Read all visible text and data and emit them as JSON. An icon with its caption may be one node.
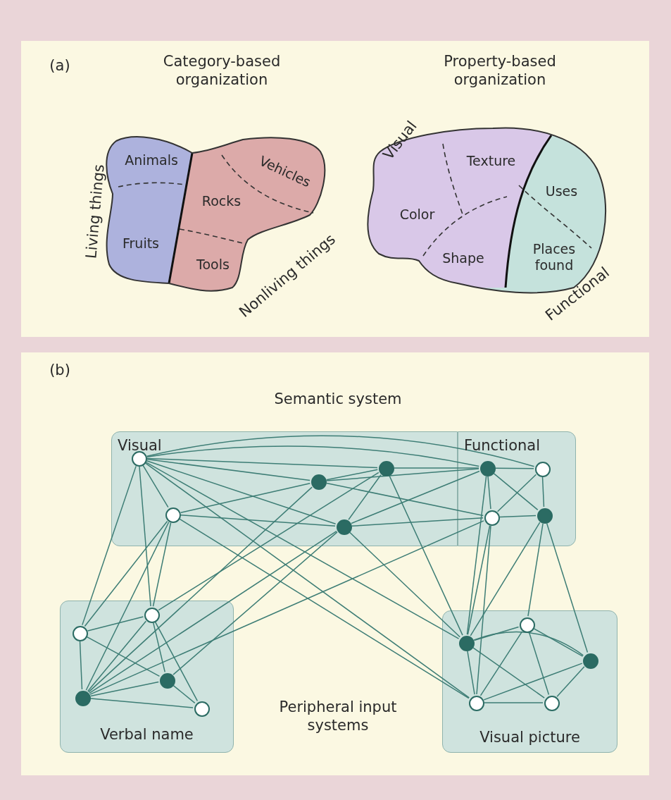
{
  "diagram": {
    "nodes": [
      {
        "text": [],
        "shape": "cloud"
      },
      {
        "text": [
          "Animals"
        ],
        "in": 0
      },
      {
        "text": [
          "Vehicles"
        ],
        "in": 0
      },
      {
        "text": [
          "Rocks"
        ],
        "in": 0
      },
      {
        "text": [
          "Fruits"
        ],
        "in": 0
      },
      {
        "text": [
          "Tools"
        ],
        "in": 0
      },
      {
        "text": [],
        "shape": "cloud"
      },
      {
        "text": [
          "Texture"
        ],
        "in": 6
      },
      {
        "text": [
          "Uses"
        ],
        "in": 6
      },
      {
        "text": [
          "Color"
        ],
        "in": 6
      },
      {
        "text": [
          "Shape"
        ],
        "in": 6
      },
      {
        "text": [
          "Places found"
        ],
        "in": 6
      },
      {
        "text": [
          "Visual"
        ]
      },
      {
        "text": [
          "Functional"
        ]
      },
      {
        "text": [],
        "shape": "circle",
        "in": 12
      },
      {
        "text": [],
        "shape": "circle",
        "in": 12
      },
      {
        "text": [],
        "shape": "circle",
        "in": 12
      },
      {
        "text": [],
        "shape": "circle",
        "in": 12
      },
      {
        "text": [],
        "shape": "circle",
        "in": 12
      },
      {
        "text": [],
        "shape": "circle",
        "in": 13
      },
      {
        "text": [],
        "shape": "circle",
        "in": 13
      },
      {
        "text": [],
        "shape": "circle",
        "in": 13
      },
      {
        "text": [],
        "shape": "circle",
        "in": 13
      },
      {
        "text": [
          "Verbal name"
        ]
      },
      {
        "text": [],
        "shape": "circle",
        "in": 23
      },
      {
        "text": [],
        "shape": "circle",
        "in": 23
      },
      {
        "text": [],
        "shape": "circle",
        "in": 23
      },
      {
        "text": [],
        "shape": "circle",
        "in": 23
      },
      {
        "text": [],
        "shape": "circle",
        "in": 23
      },
      {
        "text": [
          "Visual picture"
        ]
      },
      {
        "text": [],
        "shape": "circle",
        "in": 29
      },
      {
        "text": [],
        "shape": "circle",
        "in": 29
      },
      {
        "text": [],
        "shape": "circle",
        "in": 29
      },
      {
        "text": [],
        "shape": "circle",
        "in": 29
      },
      {
        "text": [],
        "shape": "circle",
        "in": 29
      }
    ],
    "edges": [
      {
        "from": 14,
        "to": 20,
        "arrow": "none"
      },
      {
        "from": 14,
        "to": 19,
        "arrow": "none"
      },
      {
        "from": 14,
        "to": 15,
        "arrow": "none"
      },
      {
        "from": 14,
        "to": 16,
        "arrow": "none"
      },
      {
        "from": 14,
        "to": 18,
        "arrow": "none"
      },
      {
        "from": 14,
        "to": 17,
        "arrow": "none"
      },
      {
        "from": 17,
        "to": 16,
        "arrow": "none"
      },
      {
        "from": 17,
        "to": 18,
        "arrow": "none"
      },
      {
        "from": 16,
        "to": 15,
        "arrow": "none"
      },
      {
        "from": 16,
        "to": 19,
        "arrow": "none"
      },
      {
        "from": 16,
        "to": 21,
        "arrow": "none"
      },
      {
        "from": 18,
        "to": 15,
        "arrow": "none"
      },
      {
        "from": 18,
        "to": 19,
        "arrow": "none"
      },
      {
        "from": 18,
        "to": 21,
        "arrow": "none"
      },
      {
        "from": 15,
        "to": 19,
        "arrow": "none"
      },
      {
        "from": 19,
        "to": 20,
        "arrow": "none"
      },
      {
        "from": 19,
        "to": 21,
        "arrow": "none"
      },
      {
        "from": 19,
        "to": 22,
        "arrow": "none"
      },
      {
        "from": 20,
        "to": 21,
        "arrow": "none"
      },
      {
        "from": 20,
        "to": 22,
        "arrow": "none"
      },
      {
        "from": 21,
        "to": 22,
        "arrow": "none"
      },
      {
        "from": 14,
        "to": 25,
        "arrow": "none"
      },
      {
        "from": 14,
        "to": 24,
        "arrow": "none"
      },
      {
        "from": 17,
        "to": 25,
        "arrow": "none"
      },
      {
        "from": 17,
        "to": 27,
        "arrow": "none"
      },
      {
        "from": 17,
        "to": 24,
        "arrow": "none"
      },
      {
        "from": 15,
        "to": 24,
        "arrow": "none"
      },
      {
        "from": 16,
        "to": 27,
        "arrow": "none"
      },
      {
        "from": 18,
        "to": 27,
        "arrow": "none"
      },
      {
        "from": 21,
        "to": 27,
        "arrow": "none"
      },
      {
        "from": 18,
        "to": 26,
        "arrow": "none"
      },
      {
        "from": 14,
        "to": 33,
        "arrow": "none"
      },
      {
        "from": 14,
        "to": 31,
        "arrow": "none"
      },
      {
        "from": 17,
        "to": 33,
        "arrow": "none"
      },
      {
        "from": 18,
        "to": 31,
        "arrow": "none"
      },
      {
        "from": 15,
        "to": 31,
        "arrow": "none"
      },
      {
        "from": 19,
        "to": 31,
        "arrow": "none"
      },
      {
        "from": 21,
        "to": 33,
        "arrow": "none"
      },
      {
        "from": 21,
        "to": 31,
        "arrow": "none"
      },
      {
        "from": 22,
        "to": 31,
        "arrow": "none"
      },
      {
        "from": 22,
        "to": 30,
        "arrow": "none"
      },
      {
        "from": 22,
        "to": 32,
        "arrow": "none"
      },
      {
        "from": 25,
        "to": 24,
        "arrow": "none"
      },
      {
        "from": 25,
        "to": 27,
        "arrow": "none"
      },
      {
        "from": 25,
        "to": 26,
        "arrow": "none"
      },
      {
        "from": 24,
        "to": 27,
        "arrow": "none"
      },
      {
        "from": 24,
        "to": 26,
        "arrow": "none"
      },
      {
        "from": 24,
        "to": 28,
        "arrow": "none"
      },
      {
        "from": 27,
        "to": 26,
        "arrow": "none"
      },
      {
        "from": 27,
        "to": 28,
        "arrow": "none"
      },
      {
        "from": 26,
        "to": 28,
        "arrow": "none"
      },
      {
        "from": 31,
        "to": 30,
        "arrow": "none"
      },
      {
        "from": 31,
        "to": 32,
        "arrow": "none"
      },
      {
        "from": 31,
        "to": 33,
        "arrow": "none"
      },
      {
        "from": 31,
        "to": 34,
        "arrow": "none"
      },
      {
        "from": 30,
        "to": 32,
        "arrow": "none"
      },
      {
        "from": 30,
        "to": 33,
        "arrow": "none"
      },
      {
        "from": 30,
        "to": 34,
        "arrow": "none"
      },
      {
        "from": 33,
        "to": 32,
        "arrow": "none"
      },
      {
        "from": 33,
        "to": 34,
        "arrow": "none"
      },
      {
        "from": 34,
        "to": 32,
        "arrow": "none"
      }
    ],
    "labels": [
      "(a)",
      "Category-based organization",
      "Property-based organization",
      "Living things",
      "Visual",
      "Nonliving things",
      "Functional",
      "(b)",
      "Semantic system",
      "Peripheral input systems"
    ]
  }
}
